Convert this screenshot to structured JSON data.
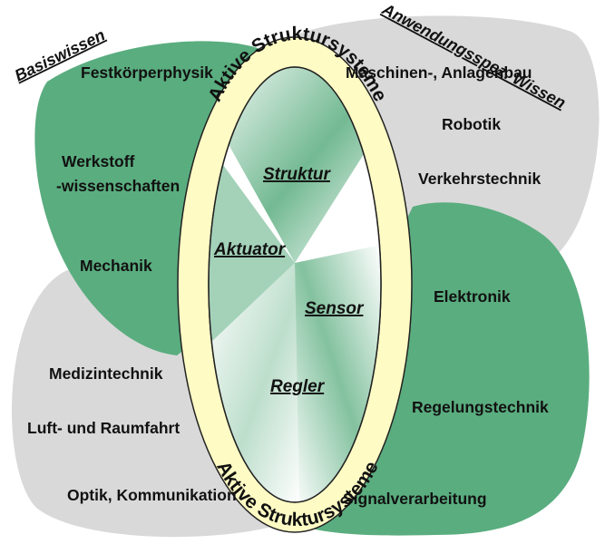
{
  "corners": {
    "basic_knowledge": "Basiswissen",
    "application_knowledge": "Anwendungsspez. Wissen"
  },
  "ring": {
    "label_top": "Aktive Struktursysteme",
    "label_bottom": "Aktive Struktursysteme"
  },
  "core": {
    "structure": "Struktur",
    "actuator": "Aktuator",
    "sensor": "Sensor",
    "controller": "Regler"
  },
  "basics": {
    "solid_state": "Festkörperphysik",
    "materials_1": "Werkstoff",
    "materials_2": "-wissenschaften",
    "mechanics": "Mechanik"
  },
  "applications": {
    "machines": "Maschinen-, Anlagenbau",
    "robotics": "Robotik",
    "traffic": "Verkehrstechnik"
  },
  "electronics": {
    "electronics": "Elektronik",
    "control": "Regelungstechnik",
    "signal": "Signalverarbeitung"
  },
  "application_fields": {
    "medical": "Medizintechnik",
    "aerospace": "Luft- und Raumfahrt",
    "optics": "Optik, Kommunikation"
  },
  "colors": {
    "green": "#5aad7f",
    "gray": "#d9d9d9",
    "ring": "#fffbc4",
    "outline": "#222222"
  }
}
